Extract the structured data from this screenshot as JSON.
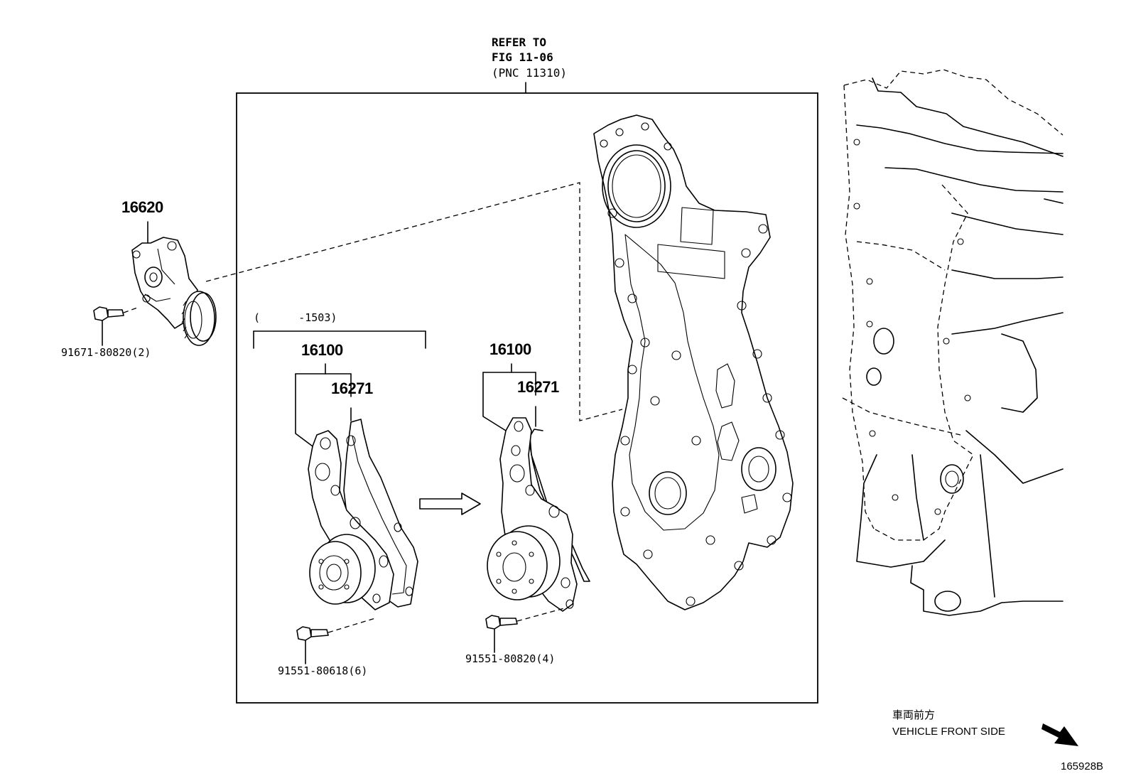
{
  "refer": {
    "line1": "REFER TO",
    "line2": "FIG 11-06",
    "line3": "(PNC 11310)"
  },
  "parts": {
    "tensioner": "16620",
    "tensioner_bolt": "91671-80820(2)",
    "range_note": "(      -1503)",
    "pump_assy_old": "16100",
    "gasket_old": "16271",
    "pump_bolt_old": "91551-80618(6)",
    "pump_assy_new": "16100",
    "gasket_new": "16271",
    "pump_bolt_new": "91551-80820(4)"
  },
  "footer": {
    "direction_jp": "車両前方",
    "direction_en": "VEHICLE FRONT SIDE",
    "figure_id": "165928B"
  }
}
